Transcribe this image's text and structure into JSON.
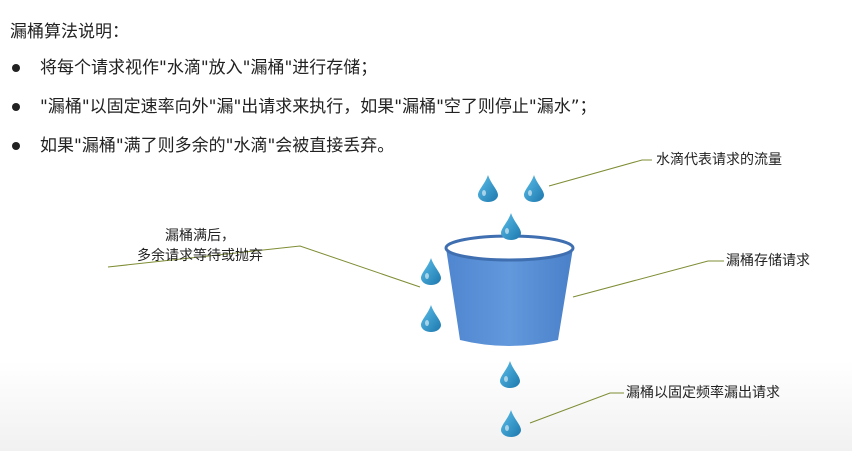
{
  "heading": "漏桶算法说明：",
  "bullets": [
    "将每个请求视作\"水滴\"放入\"漏桶\"进行存储；",
    "\"漏桶\"以固定速率向外\"漏\"出请求来执行，如果\"漏桶\"空了则停止\"漏水”；",
    "如果\"漏桶\"满了则多余的\"水滴\"会被直接丢弃。"
  ],
  "callouts": {
    "drops_flow": "水滴代表请求的流量",
    "overflow_line1": "漏桶满后，",
    "overflow_line2": "多余请求等待或抛弃",
    "bucket_store": "漏桶存储请求",
    "leak_rate": "漏桶以固定频率漏出请求"
  },
  "colors": {
    "drop": "#2f95c8",
    "bucket": "#5a8fd6",
    "bucket_rim": "#3f6fb0",
    "leader": "#7f8c33"
  },
  "icons": {
    "drop": "water-drop-icon",
    "bullet": "bullet-dot-icon"
  }
}
